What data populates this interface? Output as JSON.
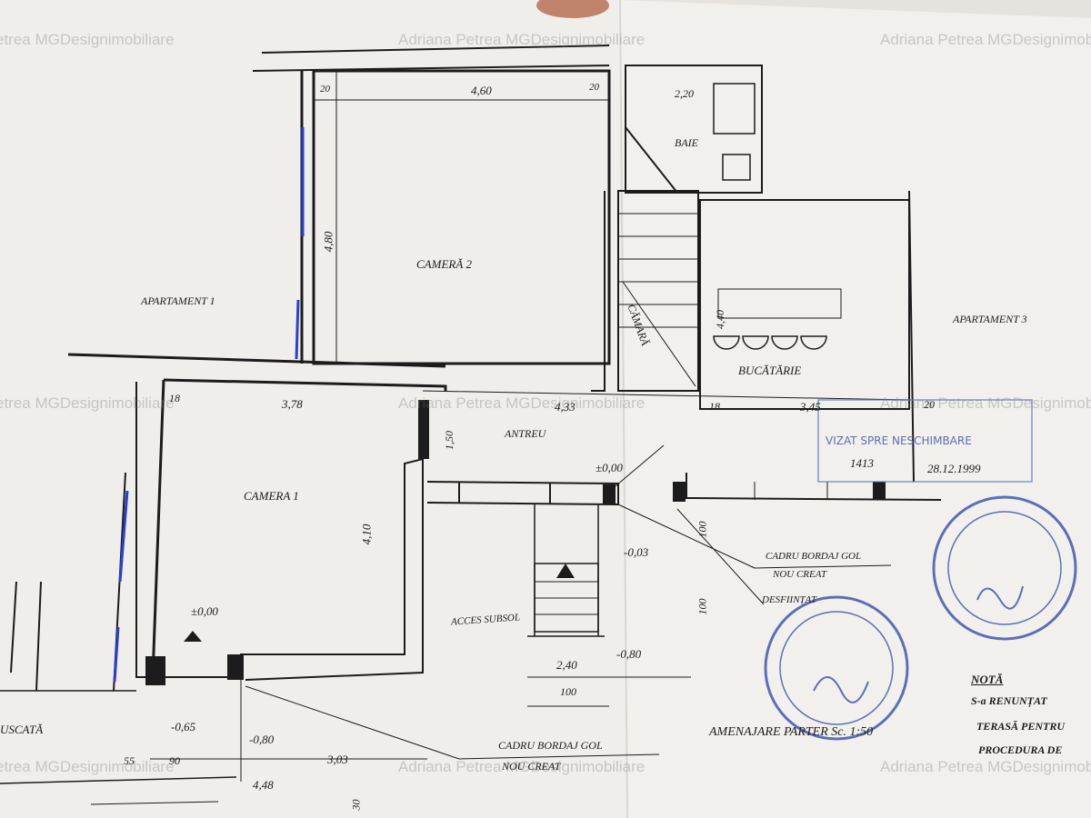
{
  "watermark": "Adriana Petrea MGDesignimobiliare",
  "watermark_partial_left": "etrea MGDesignimobiliare",
  "rooms": {
    "camera2": "CAMERĂ 2",
    "camera1": "CAMERA 1",
    "antreu": "ANTREU",
    "bucatarie": "BUCĂTĂRIE",
    "camara": "CĂMARĂ",
    "bae": "BAIE",
    "apartament1": "APARTAMENT 1",
    "apartament3": "APARTAMENT 3",
    "uscata": "USCATĂ",
    "acces_subsol": "ACCES SUBSOL"
  },
  "dimensions": {
    "d_460": "4,60",
    "d_480": "4,80",
    "d_20a": "20",
    "d_20b": "20",
    "d_220": "2,20",
    "d_378": "3,78",
    "d_18a": "18",
    "d_433": "4,33",
    "d_150": "1,50",
    "d_410": "4,10",
    "d_440": "4,40",
    "d_18b": "18",
    "d_345": "3,45",
    "d_20c": "20",
    "d_100a": "100",
    "d_100b": "100",
    "d_240": "2,40",
    "d_100c": "100",
    "d_303": "3,03",
    "d_448": "4,48",
    "d_55": "55",
    "d_90": "90",
    "d_30": "30"
  },
  "levels": {
    "l_000a": "±0,00",
    "l_000b": "±0,00",
    "l_003": "-0,03",
    "l_080a": "-0,80",
    "l_080b": "-0,80",
    "l_065": "-0,65"
  },
  "annotations": {
    "cadru1_l1": "CADRU BORDAJ GOL",
    "cadru1_l2": "NOU CREAT",
    "cadru2_l1": "CADRU BORDAJ GOL",
    "cadru2_l2": "NOU CREAT",
    "desfiintat": "DESFIINȚAT",
    "amenajare": "AMENAJARE PARTER  Sc. 1:50",
    "nota_title": "NOTĂ",
    "nota_l1": "S-a RENUNȚAT",
    "nota_l2": "TERASĂ PENTRU",
    "nota_l3": "PROCEDURA DE"
  },
  "stamp_rect": {
    "line1": "VIZAT SPRE NESCHIMBARE",
    "number": "1413",
    "date": "28.12.1999"
  },
  "colors": {
    "paper": "#efedea",
    "ink": "#1c1c1c",
    "stamp": "#5a6fb8",
    "blue_pen": "#2a3fd0"
  }
}
